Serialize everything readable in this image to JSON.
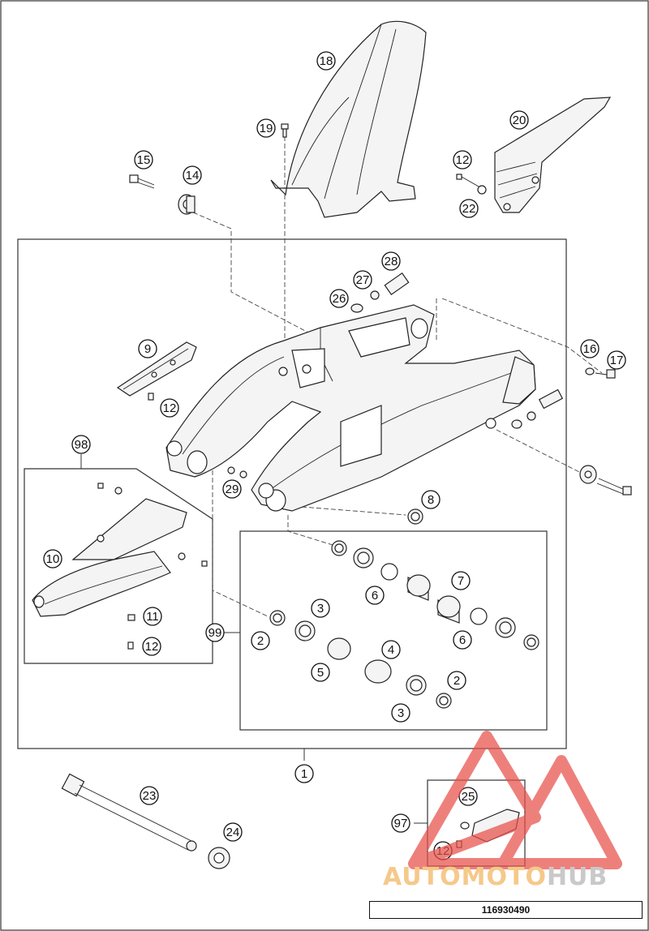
{
  "callouts": [
    {
      "id": "c18",
      "label": "18"
    },
    {
      "id": "c19",
      "label": "19"
    },
    {
      "id": "c20",
      "label": "20"
    },
    {
      "id": "c12a",
      "label": "12"
    },
    {
      "id": "c22",
      "label": "22"
    },
    {
      "id": "c15",
      "label": "15"
    },
    {
      "id": "c14",
      "label": "14"
    },
    {
      "id": "c28",
      "label": "28"
    },
    {
      "id": "c27",
      "label": "27"
    },
    {
      "id": "c26",
      "label": "26"
    },
    {
      "id": "c9",
      "label": "9"
    },
    {
      "id": "c12b",
      "label": "12"
    },
    {
      "id": "c16",
      "label": "16"
    },
    {
      "id": "c17",
      "label": "17"
    },
    {
      "id": "c98",
      "label": "98"
    },
    {
      "id": "c29",
      "label": "29"
    },
    {
      "id": "c8",
      "label": "8"
    },
    {
      "id": "c10",
      "label": "10"
    },
    {
      "id": "c7",
      "label": "7"
    },
    {
      "id": "c6a",
      "label": "6"
    },
    {
      "id": "c3a",
      "label": "3"
    },
    {
      "id": "c99",
      "label": "99"
    },
    {
      "id": "c2a",
      "label": "2"
    },
    {
      "id": "c6b",
      "label": "6"
    },
    {
      "id": "c11",
      "label": "11"
    },
    {
      "id": "c4",
      "label": "4"
    },
    {
      "id": "c12c",
      "label": "12"
    },
    {
      "id": "c5",
      "label": "5"
    },
    {
      "id": "c2b",
      "label": "2"
    },
    {
      "id": "c3b",
      "label": "3"
    },
    {
      "id": "c1",
      "label": "1"
    },
    {
      "id": "c23",
      "label": "23"
    },
    {
      "id": "c25",
      "label": "25"
    },
    {
      "id": "c24",
      "label": "24"
    },
    {
      "id": "c97",
      "label": "97"
    },
    {
      "id": "c12d",
      "label": "12"
    }
  ],
  "watermark": {
    "brand_part1": "AUTOMOTO",
    "brand_part2": "HUB",
    "accent": "#e8504a",
    "text_accent": "#f5c98a",
    "text_grey": "#c9c9c9"
  },
  "part_number": "116930490"
}
